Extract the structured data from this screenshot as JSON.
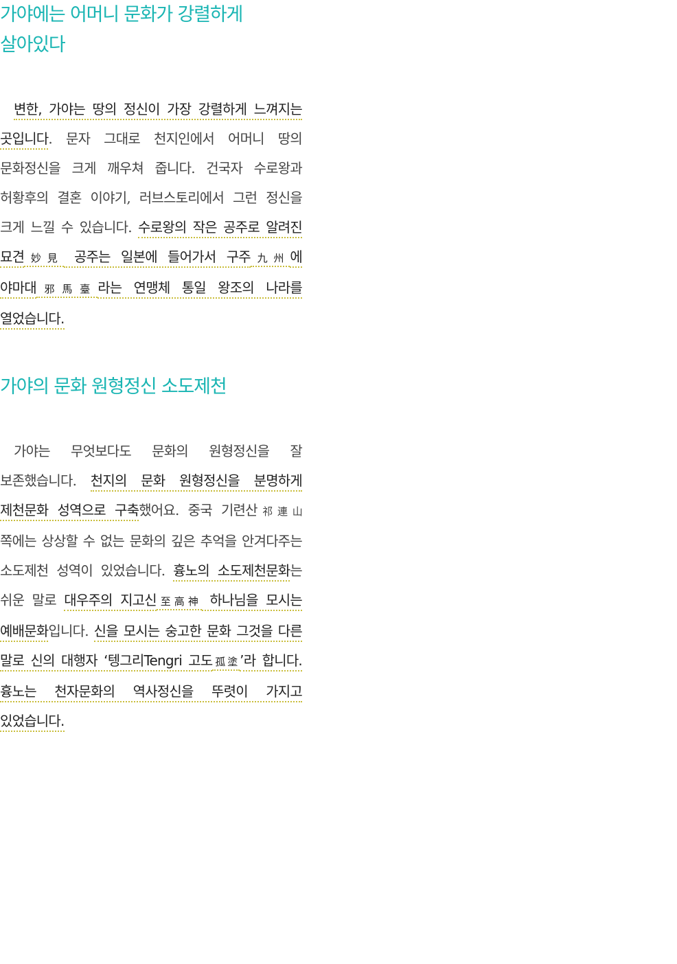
{
  "section1": {
    "title": "가야에는 어머니 문화가 강렬하게 살아있다",
    "segments": [
      {
        "t": "변한, 가야는 땅의 정신이 가장 강렬하게 느껴지는 곳입니다",
        "s": "hl"
      },
      {
        "t": ". 문자 그대로 천지인에서 어머니 땅의 문화정신을 크게 깨우쳐 줍니다. 건국자 수로왕과 허황후의 결혼 이야기, 러브스토리에서 그런 정신을 크게 느낄 수 있습니다. ",
        "s": "plain"
      },
      {
        "t": "수로왕의 작은 공주로 알려진 묘견",
        "s": "hl"
      },
      {
        "t": "妙見",
        "s": "hl small"
      },
      {
        "t": " 공주는 일본에 들어가서 구주",
        "s": "hl"
      },
      {
        "t": "九州",
        "s": "hl small"
      },
      {
        "t": "에 야마대",
        "s": "hl"
      },
      {
        "t": "邪馬臺",
        "s": "hl small"
      },
      {
        "t": "라는 연맹체 통일 왕조의 나라를 열었습니다.",
        "s": "hl"
      }
    ]
  },
  "section2": {
    "title": "가야의 문화 원형정신 소도제천",
    "segments": [
      {
        "t": "가야는 무엇보다도 문화의 원형정신을 잘 보존했습니다. ",
        "s": "plain"
      },
      {
        "t": "천지의 문화 원형정신을 분명하게 제천문화 성역으로 구축",
        "s": "hl"
      },
      {
        "t": "했어요. 중국 기련산",
        "s": "plain"
      },
      {
        "t": "祁連山",
        "s": "plain small"
      },
      {
        "t": " 쪽에는 상상할 수 없는 문화의 깊은 추억을 안겨다주는 소도제천 성역이 있었습니다. ",
        "s": "plain"
      },
      {
        "t": "흉노의 소도제천문화",
        "s": "hl"
      },
      {
        "t": "는 쉬운 말로 ",
        "s": "plain"
      },
      {
        "t": "대우주의 지고신",
        "s": "hl"
      },
      {
        "t": "至高神",
        "s": "hl small"
      },
      {
        "t": " 하나님을 모시는 예배문화",
        "s": "hl"
      },
      {
        "t": "입니다. ",
        "s": "plain"
      },
      {
        "t": "신을 모시는 숭고한 문화 그것을 다른 말로 신의 대행자 ‘텡그리Tengri 고도",
        "s": "hl"
      },
      {
        "t": "孤塗",
        "s": "hl small"
      },
      {
        "t": "’라 합니다. 흉노는 천자문화의 역사정신을 뚜렷이 가지고 있었습니다.",
        "s": "hl"
      }
    ]
  },
  "colors": {
    "heading": "#1ab5b3",
    "body_text": "#333333",
    "underline": "#c9bd3a"
  }
}
